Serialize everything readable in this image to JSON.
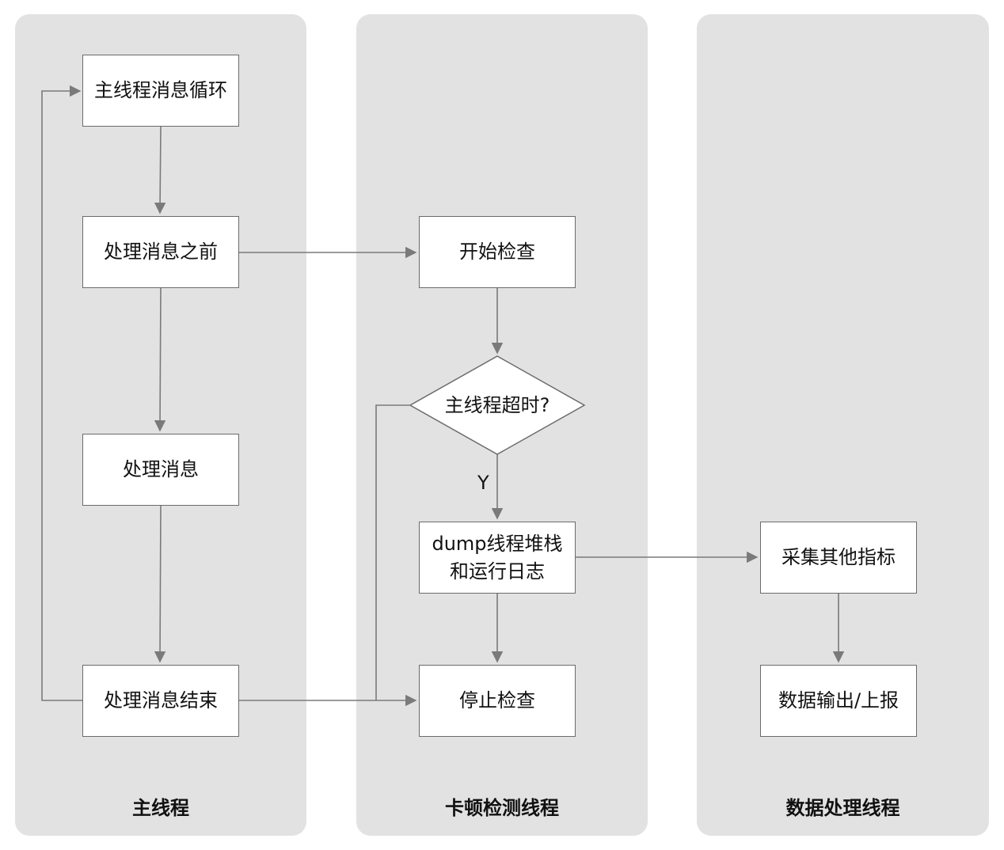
{
  "lanes": {
    "main": {
      "title": "主线程"
    },
    "monitor": {
      "title": "卡顿检测线程"
    },
    "data": {
      "title": "数据处理线程"
    }
  },
  "nodes": {
    "main_loop": "主线程消息循环",
    "before_process": "处理消息之前",
    "process": "处理消息",
    "process_end": "处理消息结束",
    "start_check": "开始检查",
    "timeout_decision": "主线程超时?",
    "dump_stack": "dump线程堆栈和运行日志",
    "stop_check": "停止检查",
    "collect_metrics": "采集其他指标",
    "output_report": "数据输出/上报"
  },
  "edge_labels": {
    "yes": "Y"
  },
  "colors": {
    "lane_bg": "#e2e2e2",
    "line": "#7a7a7a",
    "box_border": "#6b6b6b"
  }
}
